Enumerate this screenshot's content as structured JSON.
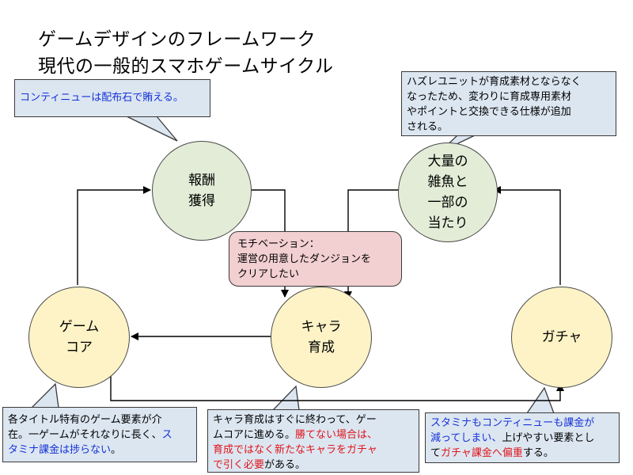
{
  "title": {
    "line1": "ゲームデザインのフレームワーク",
    "line2": "現代の一般的スマホゲームサイクル"
  },
  "nodes": {
    "reward": {
      "line1": "報酬",
      "line2": "獲得"
    },
    "bulk": {
      "line1": "大量の",
      "line2": "雑魚と",
      "line3": "一部の",
      "line4": "当たり"
    },
    "core": {
      "line1": "ゲーム",
      "line2": "コア"
    },
    "growth": {
      "line1": "キャラ",
      "line2": "育成"
    },
    "gacha": {
      "label": "ガチャ"
    }
  },
  "callouts": {
    "continue": {
      "text": "コンティニューは配布石で賄える。"
    },
    "puzzle": {
      "line1": "ハズレユニットが育成素材とならなく",
      "line2": "なったため、変わりに育成専用素材",
      "line3": "やポイントと交換できる仕様が追加",
      "line4": "される。"
    },
    "motivation": {
      "line1": "モチベーション：",
      "line2": "運営の用意したダンジョンを",
      "line3": "クリアしたい"
    },
    "core_note": {
      "line1": "各タイトル特有のゲーム要素が介",
      "line2": "在。一ゲームがそれなりに長く、",
      "line2_blue": "ス",
      "line3_blue": "タミナ課金は捗らない",
      "line3_end": "。"
    },
    "growth_note": {
      "line1": "キャラ育成はすぐに終わって、ゲー",
      "line2": "ムコアに進める。",
      "line2_red": "勝てない場合は、",
      "line3_red": "育成ではなく新たなキャラをガチャ",
      "line4_red": "で引く必要",
      "line4_end": "がある。"
    },
    "gacha_note": {
      "line1_blue": "スタミナもコンティニューも課金が",
      "line2_blue": "減ってしまい、",
      "line2": "上げやすい要素とし",
      "line3": "て",
      "line3_red": "ガチャ課金へ偏重",
      "line3_end": "する。"
    }
  },
  "colors": {
    "node_green": "#e3ecd7",
    "node_yellow": "#fdf3c6",
    "callout_blue": "#dce6f1",
    "callout_pink": "#f2cfd1",
    "text_blue": "#1432d6",
    "text_red": "#e0151b"
  }
}
